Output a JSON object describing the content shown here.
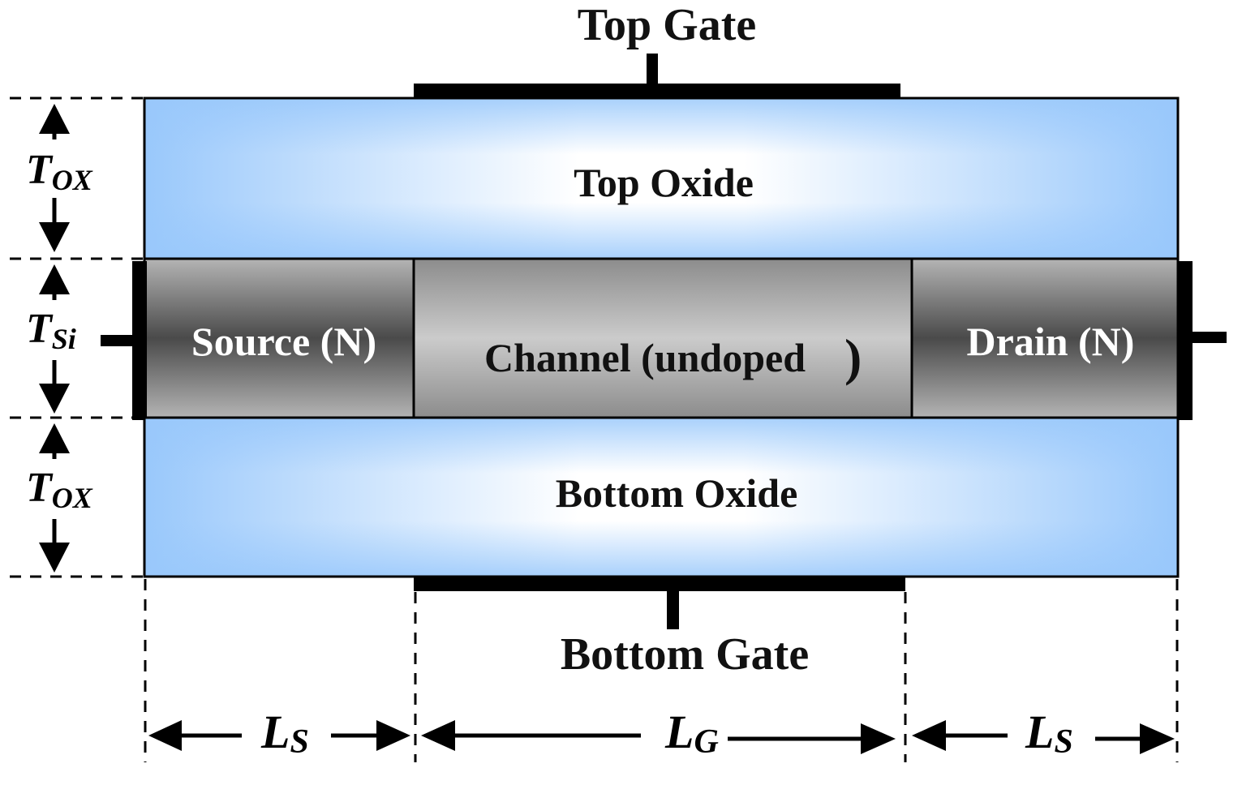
{
  "diagram": {
    "top_gate_label": "Top Gate",
    "bottom_gate_label": "Bottom Gate",
    "top_oxide_label": "Top Oxide",
    "bottom_oxide_label": "Bottom Oxide",
    "source_label": "Source (N)",
    "channel_label": "Channel (undoped",
    "channel_paren": ")",
    "drain_label": "Drain (N)",
    "dimensions": {
      "tox_top": {
        "main": "T",
        "sub": "OX"
      },
      "tsi": {
        "main": "T",
        "sub": "Si"
      },
      "tox_bottom": {
        "main": "T",
        "sub": "OX"
      },
      "ls_left": {
        "main": "L",
        "sub": "S"
      },
      "lg": {
        "main": "L",
        "sub": "G"
      },
      "ls_right": {
        "main": "L",
        "sub": "S"
      }
    },
    "colors": {
      "oxide_edge": "#99c8fb",
      "oxide_center": "#ffffff",
      "sd_dark": "#4a4a4a",
      "sd_light": "#b4b4b4",
      "channel_dark": "#8c8c8c",
      "channel_light": "#cbcbcb",
      "outline": "#000000"
    }
  }
}
